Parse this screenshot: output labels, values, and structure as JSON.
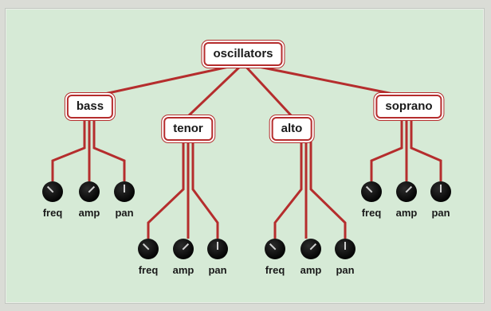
{
  "root": {
    "label": "oscillators"
  },
  "voices": [
    {
      "label": "bass",
      "params": [
        {
          "label": "freq"
        },
        {
          "label": "amp"
        },
        {
          "label": "pan"
        }
      ]
    },
    {
      "label": "tenor",
      "params": [
        {
          "label": "freq"
        },
        {
          "label": "amp"
        },
        {
          "label": "pan"
        }
      ]
    },
    {
      "label": "alto",
      "params": [
        {
          "label": "freq"
        },
        {
          "label": "amp"
        },
        {
          "label": "pan"
        }
      ]
    },
    {
      "label": "soprano",
      "params": [
        {
          "label": "freq"
        },
        {
          "label": "amp"
        },
        {
          "label": "pan"
        }
      ]
    }
  ],
  "colors": {
    "wire": "#b52d2d",
    "panel": "#d6ead6",
    "knob": "#0a0a0a"
  }
}
